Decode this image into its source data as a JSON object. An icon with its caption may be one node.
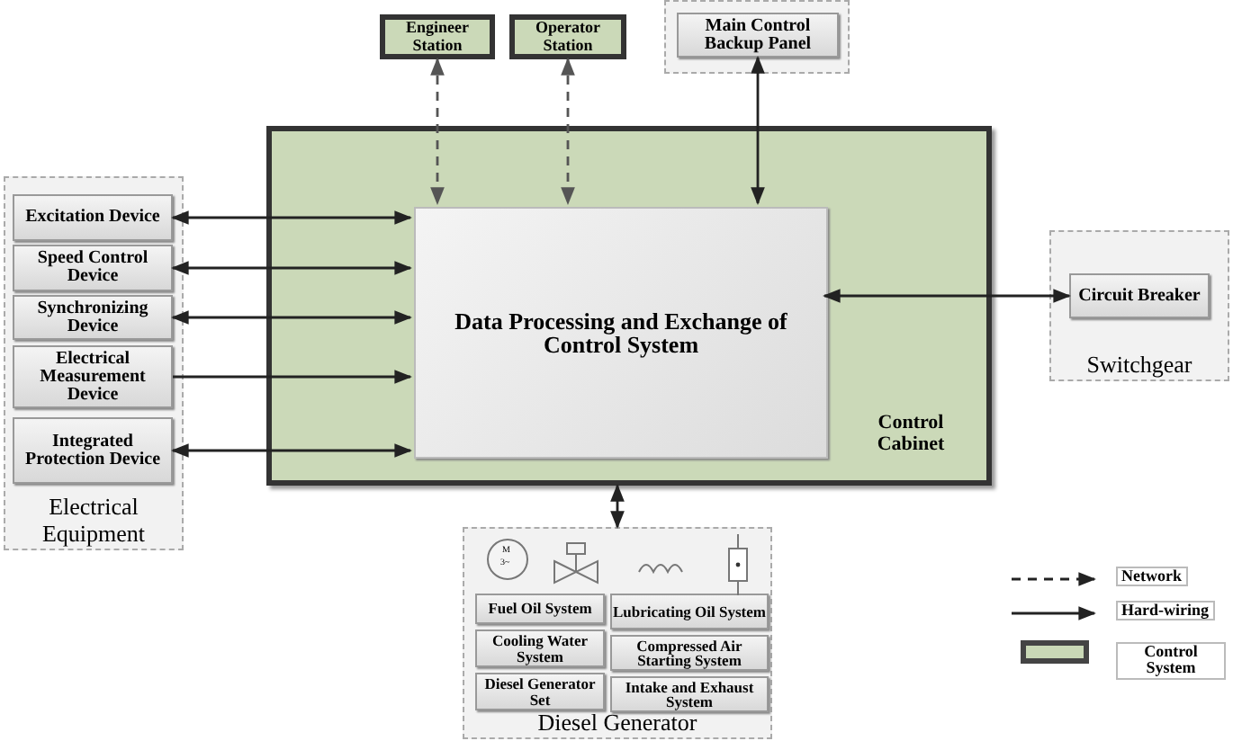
{
  "diagram": {
    "nodes": [
      {
        "text": [
          "Electrical Equipment"
        ]
      },
      {
        "text": [
          "Excitation Device"
        ],
        "in": 0
      },
      {
        "text": [
          "Speed Control Device"
        ],
        "in": 0
      },
      {
        "text": [
          "Synchronizing Device"
        ],
        "in": 0
      },
      {
        "text": [
          "Electrical Measurement Device"
        ],
        "in": 0
      },
      {
        "text": [
          "Integrated Protection Device"
        ],
        "in": 0
      },
      {
        "text": [
          "Engineer Station"
        ]
      },
      {
        "text": [
          "Operator Station"
        ]
      },
      {
        "text": [],
        "shape": "box"
      },
      {
        "text": [
          "Main Control Backup Panel"
        ],
        "in": 8
      },
      {
        "text": [
          "Control Cabinet"
        ]
      },
      {
        "text": [
          "Data Processing and Exchange of Control System"
        ],
        "in": 10
      },
      {
        "text": [
          "Switchgear"
        ]
      },
      {
        "text": [
          "Circuit Breaker"
        ],
        "in": 12
      },
      {
        "text": [
          "Diesel Generator"
        ]
      },
      {
        "text": [
          "Fuel Oil System"
        ],
        "in": 14
      },
      {
        "text": [
          "Lubricating Oil System"
        ],
        "in": 14
      },
      {
        "text": [
          "Cooling Water System"
        ],
        "in": 14
      },
      {
        "text": [
          "Compressed Air Starting System"
        ],
        "in": 14
      },
      {
        "text": [
          "Diesel Generator Set"
        ],
        "in": 14
      },
      {
        "text": [
          "Intake and Exhaust System"
        ],
        "in": 14
      }
    ],
    "edges": [
      {
        "from": 1,
        "to": 11,
        "arrow": "both"
      },
      {
        "from": 2,
        "to": 11,
        "arrow": "both"
      },
      {
        "from": 3,
        "to": 11,
        "arrow": "both"
      },
      {
        "from": 4,
        "to": 11,
        "arrow": "to"
      },
      {
        "from": 5,
        "to": 11,
        "arrow": "both"
      },
      {
        "from": 6,
        "to": 11,
        "arrow": "both",
        "style": "dashed",
        "color": "#555555"
      },
      {
        "from": 7,
        "to": 11,
        "arrow": "both",
        "style": "dashed",
        "color": "#555555"
      },
      {
        "from": 9,
        "to": 11,
        "arrow": "both"
      },
      {
        "from": 11,
        "to": 13,
        "arrow": "both"
      },
      {
        "from": 10,
        "to": 14,
        "arrow": "both"
      }
    ],
    "labels": [
      "M",
      "3~"
    ],
    "legend": [
      {
        "text": "Network"
      },
      {
        "text": "Hard-wiring"
      },
      {
        "text": "Control System",
        "color": "#c9d8b6"
      }
    ]
  }
}
